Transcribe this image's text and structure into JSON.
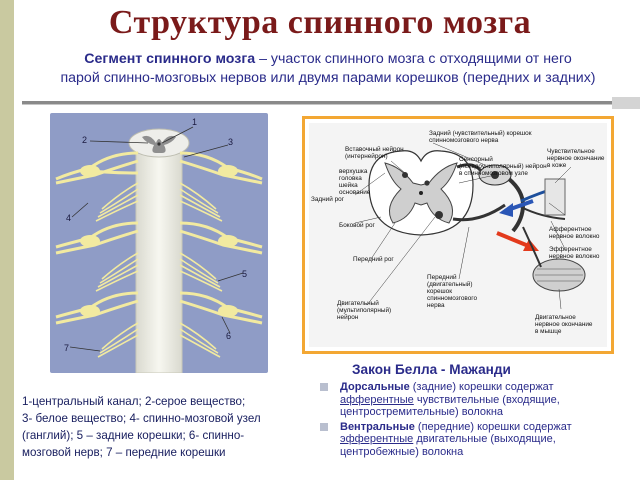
{
  "title": "Структура спинного мозга",
  "subtitle": {
    "term": "Сегмент спинного мозга",
    "line1_rest": " – участок спинного мозга с отходящими от него",
    "line2": "парой  спинно-мозговых нервов или двумя парами корешков (передних и задних)"
  },
  "left_figure": {
    "numbers": [
      "1",
      "2",
      "3",
      "4",
      "5",
      "6",
      "7"
    ]
  },
  "right_figure": {
    "labels": {
      "posterior_root": "Задний (чувствительный) корешок",
      "posterior_root_2": "спинномозгового нерва",
      "interneuron": "Вставочный нейрон",
      "interneuron_2": "(интернейрон)",
      "sensory": "Сенсорный",
      "sensory_2": "(псевдоуниполярный) нейрон",
      "sensory_3": "в спинномозговом узле",
      "apex": "верхушка",
      "head": "головка",
      "neck": "шейка",
      "base": "основание",
      "dorsal_horn": "Задний рог",
      "lateral_horn": "Боковой рог",
      "ventral_horn": "Передний рог",
      "motor_neuron": "Двигательный",
      "motor_neuron_2": "(мультиполярный)",
      "motor_neuron_3": "нейрон",
      "anterior_root": "Передний",
      "anterior_root_2": "(двигательный)",
      "anterior_root_3": "корешок",
      "anterior_root_4": "спинномозгового",
      "anterior_root_5": "нерва",
      "sens_ending": "Чувствительное",
      "sens_ending_2": "нервное окончание",
      "sens_ending_3": "в коже",
      "afferent": "Афферентное",
      "afferent_2": "нервное волокно",
      "efferent": "Эфферентное",
      "efferent_2": "нервное волокно",
      "motor_ending": "Двигательное",
      "motor_ending_2": "нервное окончание",
      "motor_ending_3": "в мышце"
    }
  },
  "legend": {
    "line1": "1-центральный канал;   2-серое вещество;",
    "line2": "3- белое вещество; 4- спинно-мозговой узел",
    "line3": "(ганглий); 5 – задние корешки; 6- спинно-",
    "line4": "мозговой нерв; 7 – передние корешки"
  },
  "law": {
    "title": "Закон Белла - Мажанди",
    "items": [
      {
        "term": "Дорсальные",
        "a": " (задние) корешки содержат ",
        "u": "афферентные",
        "b": " чувствительные (входящие, центростремительные) волокна"
      },
      {
        "term": "Вентральные",
        "a": " (передние) корешки содержат ",
        "u": "эфферентные",
        "b": " двигательные (выходящие, центробежные) волокна"
      }
    ]
  },
  "colors": {
    "title": "#7a1a1a",
    "text": "#2a2b8a",
    "panel_bg": "#8f9cc6",
    "frame": "#f3a733",
    "nerve": "#f2eaa0"
  }
}
